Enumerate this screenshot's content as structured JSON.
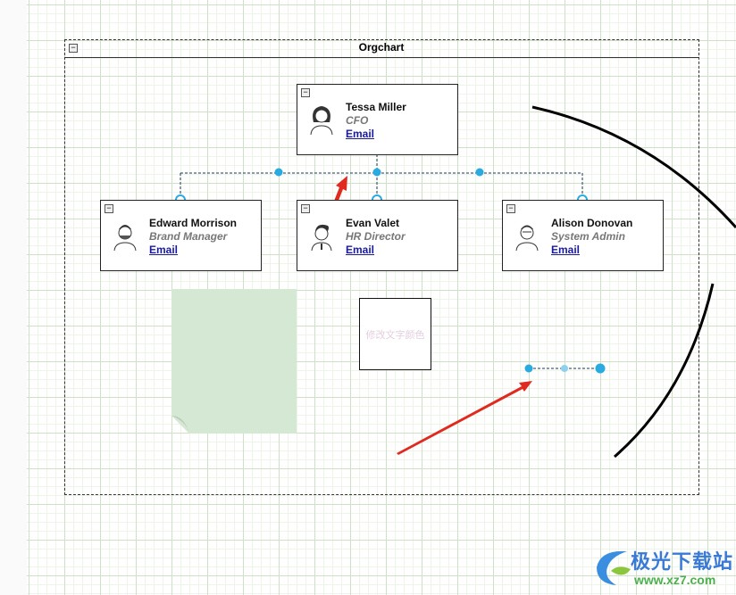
{
  "container": {
    "title": "Orgchart",
    "collapse": "−"
  },
  "cards": [
    {
      "name": "Tessa Miller",
      "role": "CFO",
      "link": "Email"
    },
    {
      "name": "Edward Morrison",
      "role": "Brand Manager",
      "link": "Email"
    },
    {
      "name": "Evan Valet",
      "role": "HR Director",
      "link": "Email"
    },
    {
      "name": "Alison Donovan",
      "role": "System Admin",
      "link": "Email"
    }
  ],
  "textbox": {
    "text": "修改文字颜色"
  },
  "watermark": {
    "brand": "极光下载站",
    "url": "www.xz7.com"
  },
  "colors": {
    "handle": "#29abe2",
    "arrow": "#e02a1f",
    "grid": "#cfe0c6",
    "note": "#d5e8d4"
  }
}
